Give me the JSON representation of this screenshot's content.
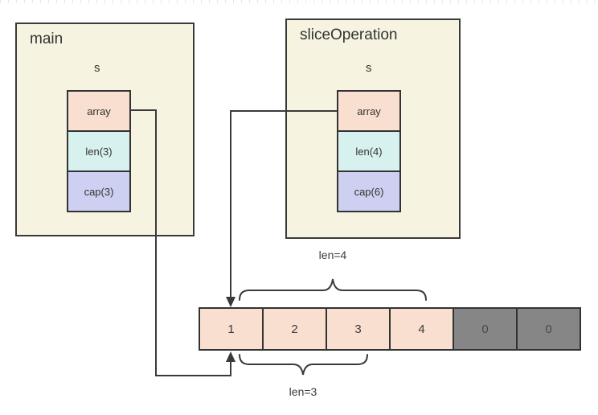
{
  "frames": [
    {
      "title": "main",
      "var_name": "s",
      "fields": [
        {
          "label": "array"
        },
        {
          "label": "len(3)"
        },
        {
          "label": "cap(3)"
        }
      ]
    },
    {
      "title": "sliceOperation",
      "var_name": "s",
      "fields": [
        {
          "label": "array"
        },
        {
          "label": "len(4)"
        },
        {
          "label": "cap(6)"
        }
      ]
    }
  ],
  "buffer": {
    "cells": [
      {
        "value": "1",
        "state": "used"
      },
      {
        "value": "2",
        "state": "used"
      },
      {
        "value": "3",
        "state": "used"
      },
      {
        "value": "4",
        "state": "used"
      },
      {
        "value": "0",
        "state": "unused"
      },
      {
        "value": "0",
        "state": "unused"
      }
    ],
    "top_brace_label": "len=4",
    "bottom_brace_label": "len=3"
  },
  "colors": {
    "frame_background": "#f6f4e1",
    "array_field": "#f8dfcf",
    "len_field": "#d7f2ee",
    "cap_field": "#cdd0f0",
    "used_cell": "#f8dfcf",
    "unused_cell": "#868686",
    "stroke": "#3a3a3a",
    "background": "#ffffff"
  }
}
